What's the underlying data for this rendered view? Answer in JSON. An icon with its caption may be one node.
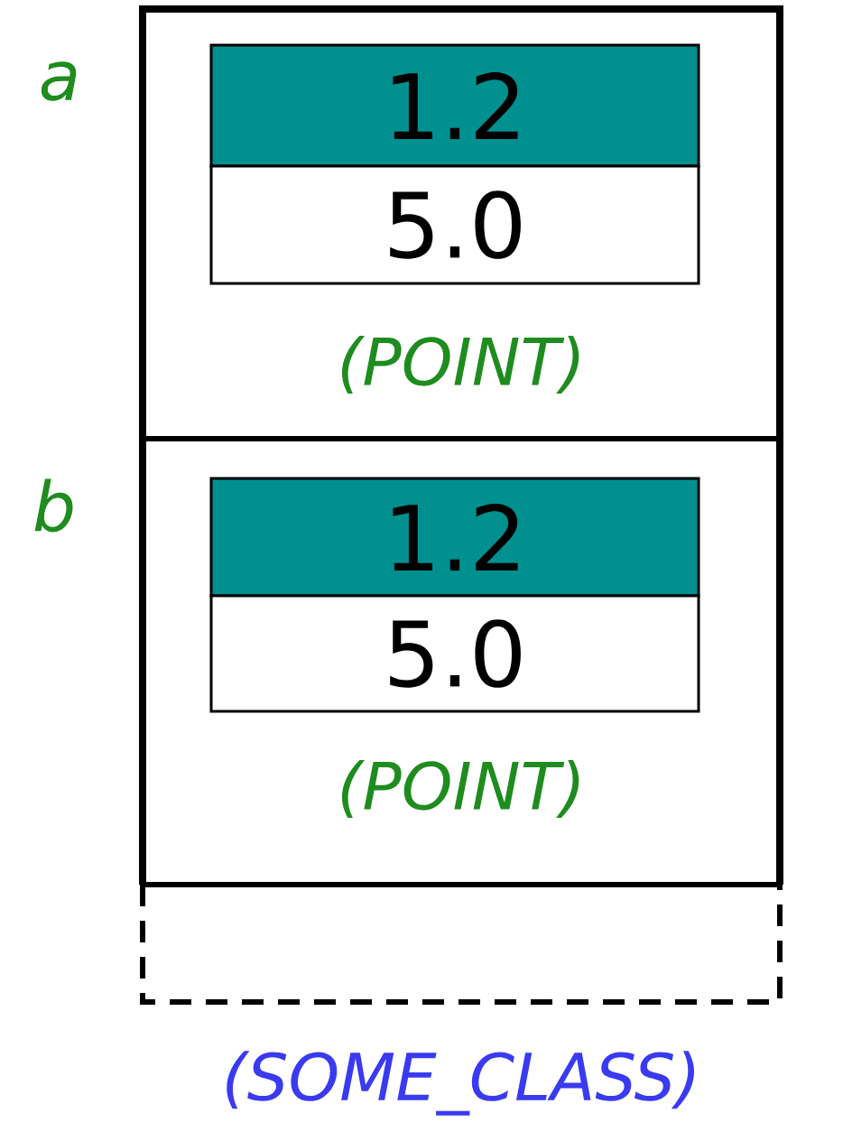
{
  "diagram": {
    "nodes": [
      {
        "text": [
          "(SOME_CLASS)"
        ]
      },
      {
        "text": [
          "(POINT)"
        ],
        "beside": [
          "a"
        ],
        "in": 0
      },
      {
        "text": [
          "1.2"
        ],
        "in": 1
      },
      {
        "text": [
          "5.0"
        ],
        "in": 1
      },
      {
        "text": [
          "(POINT)"
        ],
        "beside": [
          "b"
        ],
        "in": 0
      },
      {
        "text": [
          "1.2"
        ],
        "in": 4
      },
      {
        "text": [
          "5.0"
        ],
        "in": 4
      }
    ]
  }
}
